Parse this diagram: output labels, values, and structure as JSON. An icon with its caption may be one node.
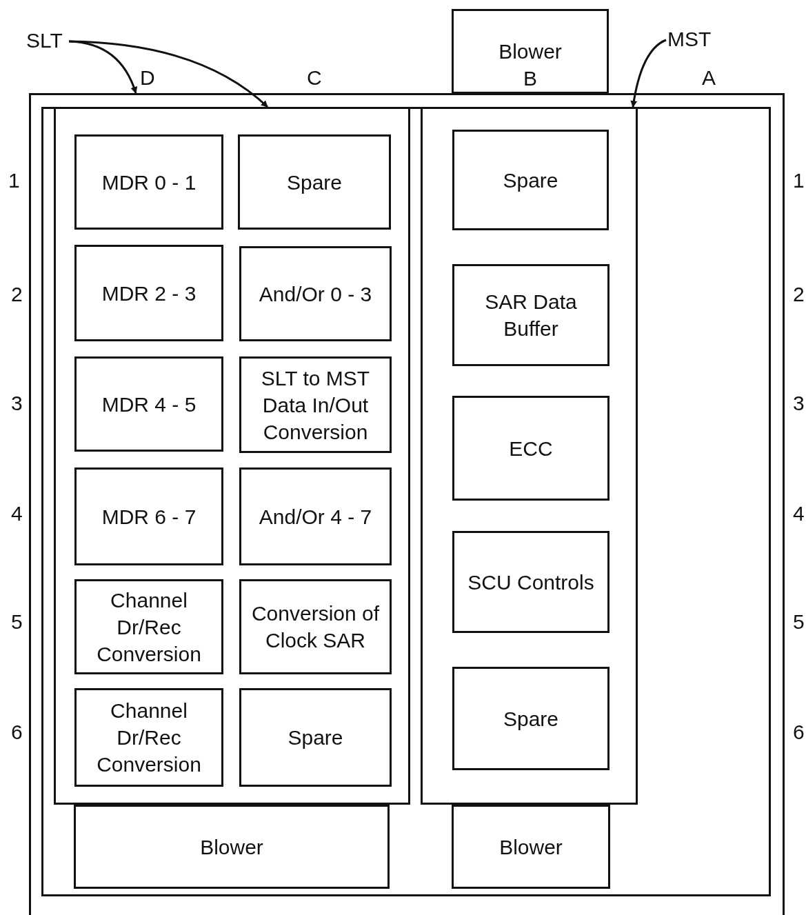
{
  "diagram": {
    "nodes": [
      {
        "text": [
          "SLT"
        ]
      },
      {
        "text": [
          "Blower",
          "B"
        ]
      },
      {
        "text": [
          "MST"
        ]
      },
      {
        "text": [],
        "shape": "box"
      },
      {
        "text": [],
        "shape": "box",
        "in": 3
      },
      {
        "text": [],
        "shape": "box",
        "in": 4
      },
      {
        "text": [
          "MDR 0 - 1"
        ],
        "in": 5
      },
      {
        "text": [
          "Spare"
        ],
        "in": 5
      },
      {
        "text": [
          "MDR 2 - 3"
        ],
        "in": 5
      },
      {
        "text": [
          "And/Or 0 - 3"
        ],
        "in": 5
      },
      {
        "text": [
          "MDR 4 - 5"
        ],
        "in": 5
      },
      {
        "text": [
          "SLT to MST Data In/Out Conversion"
        ],
        "in": 5
      },
      {
        "text": [
          "MDR 6 - 7"
        ],
        "in": 5
      },
      {
        "text": [
          "And/Or 4 - 7"
        ],
        "in": 5
      },
      {
        "text": [
          "Channel Dr/Rec Conversion"
        ],
        "in": 5
      },
      {
        "text": [
          "Conversion of Clock SAR"
        ],
        "in": 5
      },
      {
        "text": [
          "Channel Dr/Rec Conversion"
        ],
        "in": 5
      },
      {
        "text": [
          "Spare"
        ],
        "in": 5
      },
      {
        "text": [],
        "shape": "box",
        "in": 4
      },
      {
        "text": [
          "Spare"
        ],
        "in": 18
      },
      {
        "text": [
          "SAR Data Buffer"
        ],
        "in": 18
      },
      {
        "text": [
          "ECC"
        ],
        "in": 18
      },
      {
        "text": [
          "SCU Controls"
        ],
        "in": 18
      },
      {
        "text": [
          "Spare"
        ],
        "in": 18
      },
      {
        "text": [
          "Blower"
        ],
        "in": 4
      },
      {
        "text": [
          "Blower"
        ],
        "in": 4
      }
    ],
    "edges": [
      {
        "from": 0,
        "to": 3,
        "arrow": "to"
      },
      {
        "from": 0,
        "to": 5,
        "arrow": "to"
      },
      {
        "from": 2,
        "to": 18,
        "arrow": "to"
      }
    ],
    "labels": [
      "D",
      "C",
      "A",
      "1",
      "1",
      "2",
      "2",
      "3",
      "3",
      "4",
      "4",
      "5",
      "5",
      "6",
      "6"
    ]
  }
}
